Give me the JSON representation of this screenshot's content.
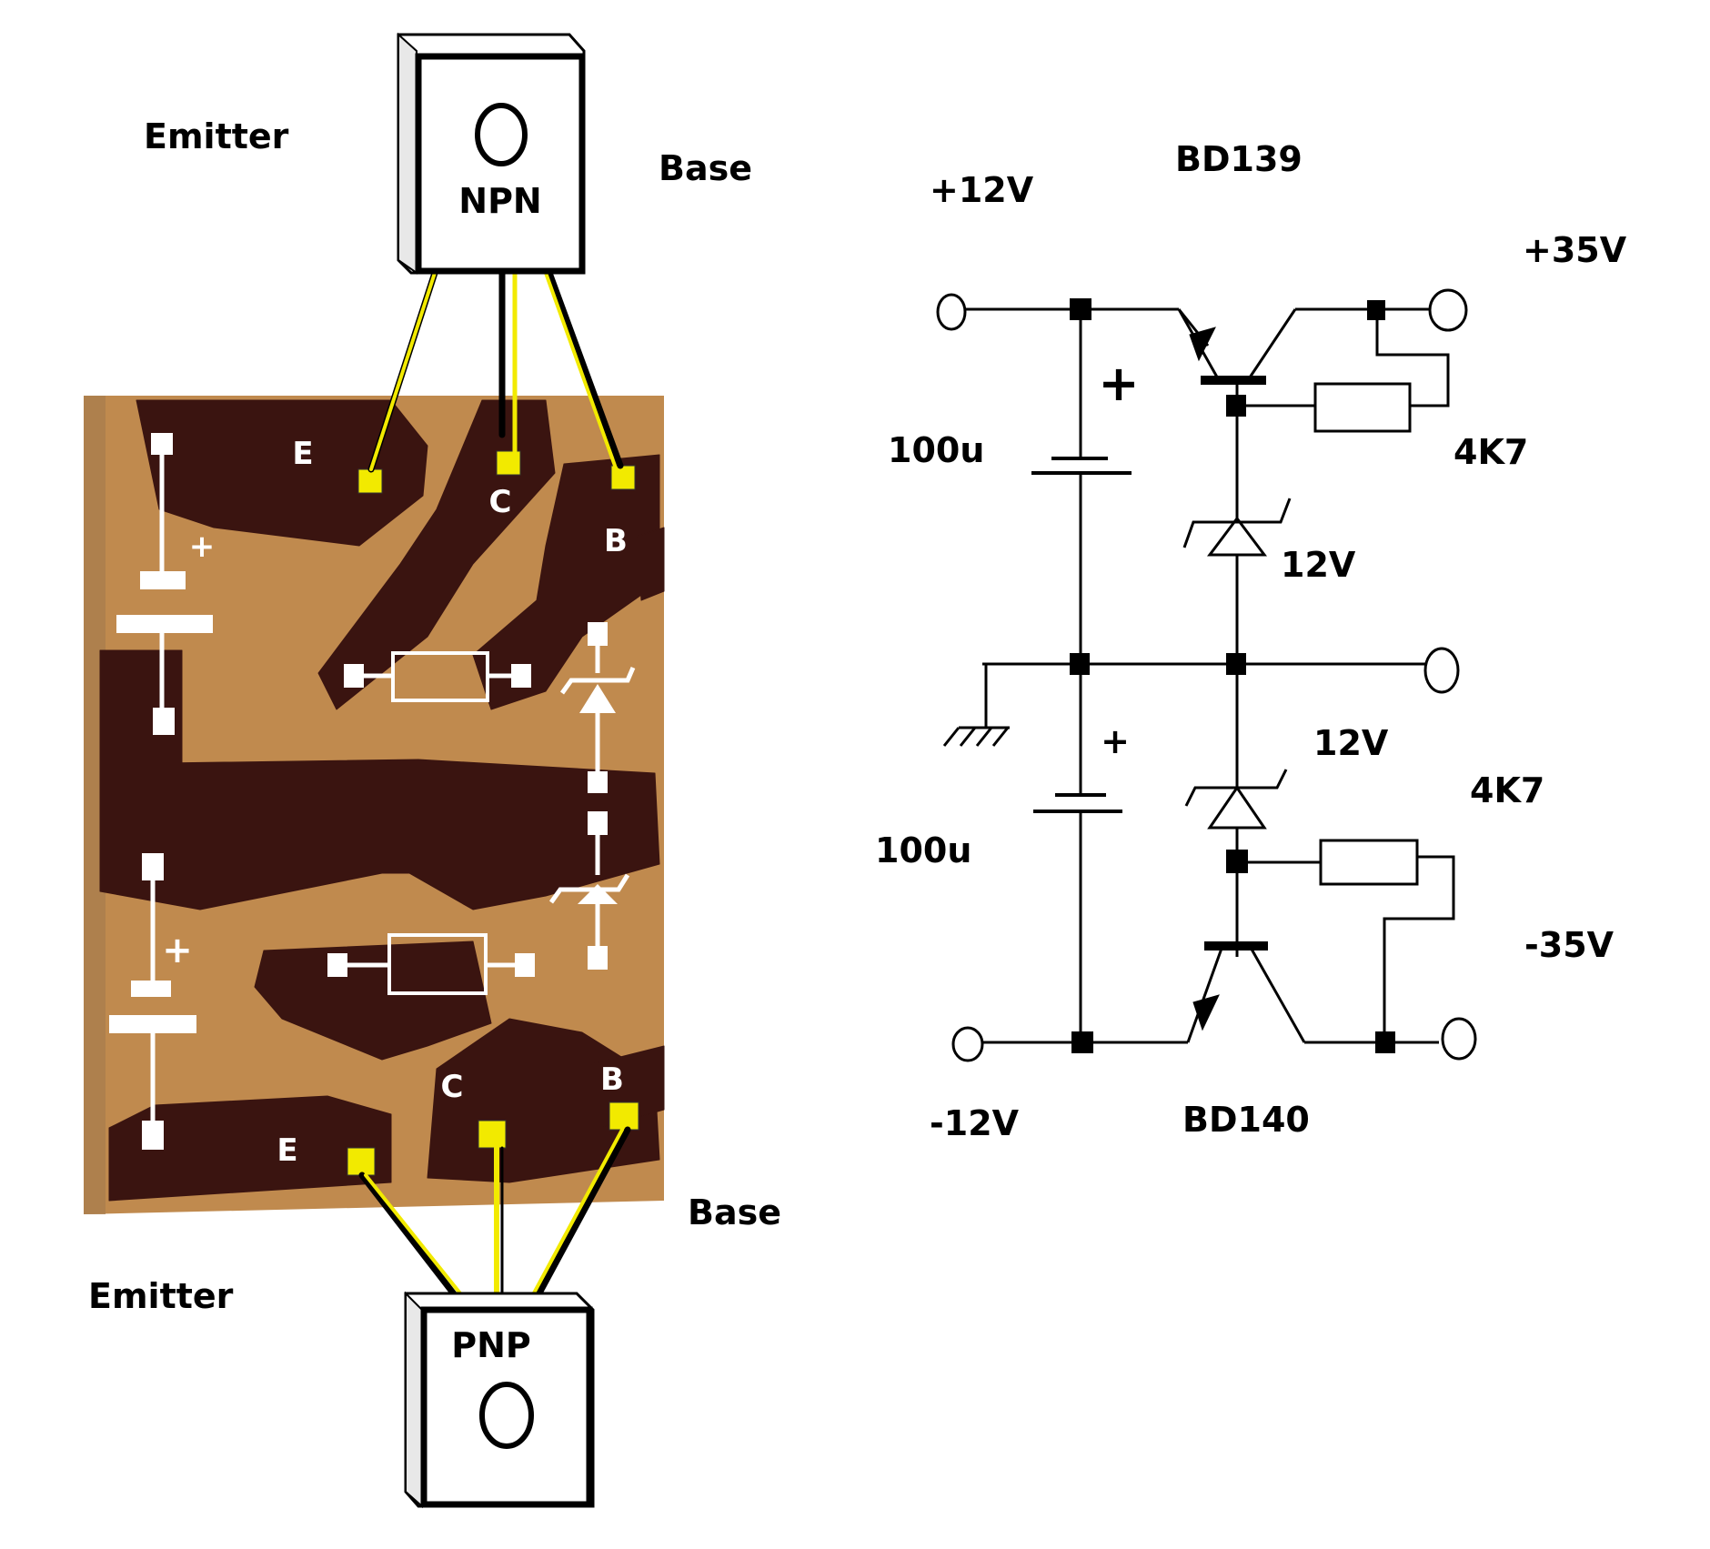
{
  "transistors": {
    "npn": {
      "type_label": "NPN",
      "emitter_label": "Emitter",
      "base_label": "Base"
    },
    "pnp": {
      "type_label": "PNP",
      "emitter_label": "Emitter",
      "base_label": "Base"
    }
  },
  "board": {
    "pads_top": {
      "e": "E",
      "c": "C",
      "b": "B"
    },
    "pads_bottom": {
      "e": "E",
      "c": "C",
      "b": "B"
    },
    "plus_top": "+",
    "plus_bottom": "+"
  },
  "schematic": {
    "rail_pos_in": "+12V",
    "rail_neg_in": "-12V",
    "rail_pos_out": "+35V",
    "rail_neg_out": "-35V",
    "transistor_top": "BD139",
    "transistor_bottom": "BD140",
    "cap_top": "100u",
    "cap_bottom": "100u",
    "cap_plus_top": "+",
    "cap_plus_bottom": "+",
    "zener_top": "12V",
    "zener_bottom": "12V",
    "resistor_top": "4K7",
    "resistor_bottom": "4K7"
  },
  "colors": {
    "board_base": "#c08a4e",
    "copper": "#3a1410",
    "lead_yellow": "#f2ea00",
    "lead_black": "#000000",
    "silk": "#ffffff"
  }
}
